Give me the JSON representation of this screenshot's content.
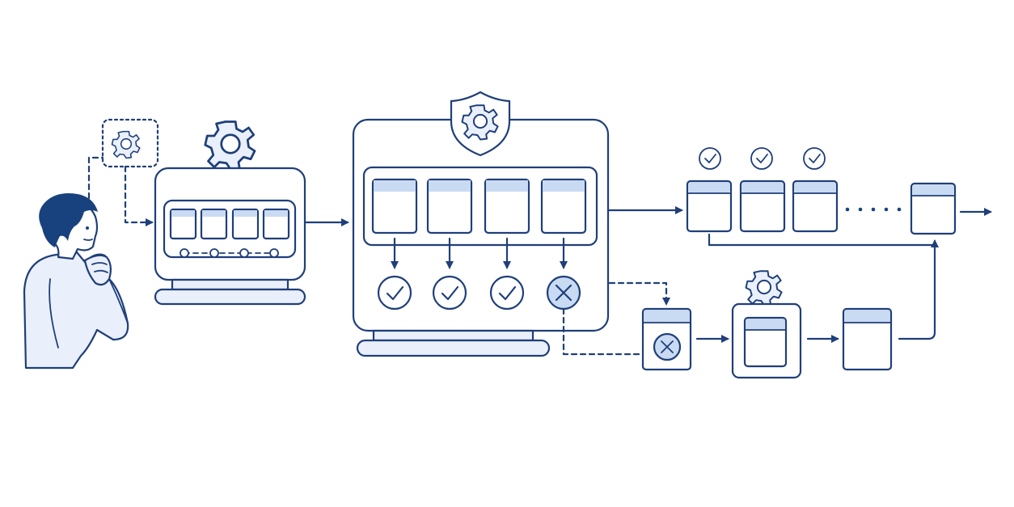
{
  "diagram": {
    "kind": "pipeline-flow",
    "colors": {
      "stroke": "#1f3f7a",
      "fill_light": "#e9f0fb",
      "fill_mid": "#c9daf3",
      "hair": "#18427e",
      "background": "#ffffff"
    },
    "icons": [
      "person-thinking",
      "gear-icon",
      "shield-gear-icon",
      "check-icon",
      "x-icon",
      "arrow-icon"
    ],
    "validation_results": [
      "pass",
      "pass",
      "pass",
      "fail"
    ],
    "output_queue": {
      "validated_items": 3,
      "continues": true
    }
  }
}
